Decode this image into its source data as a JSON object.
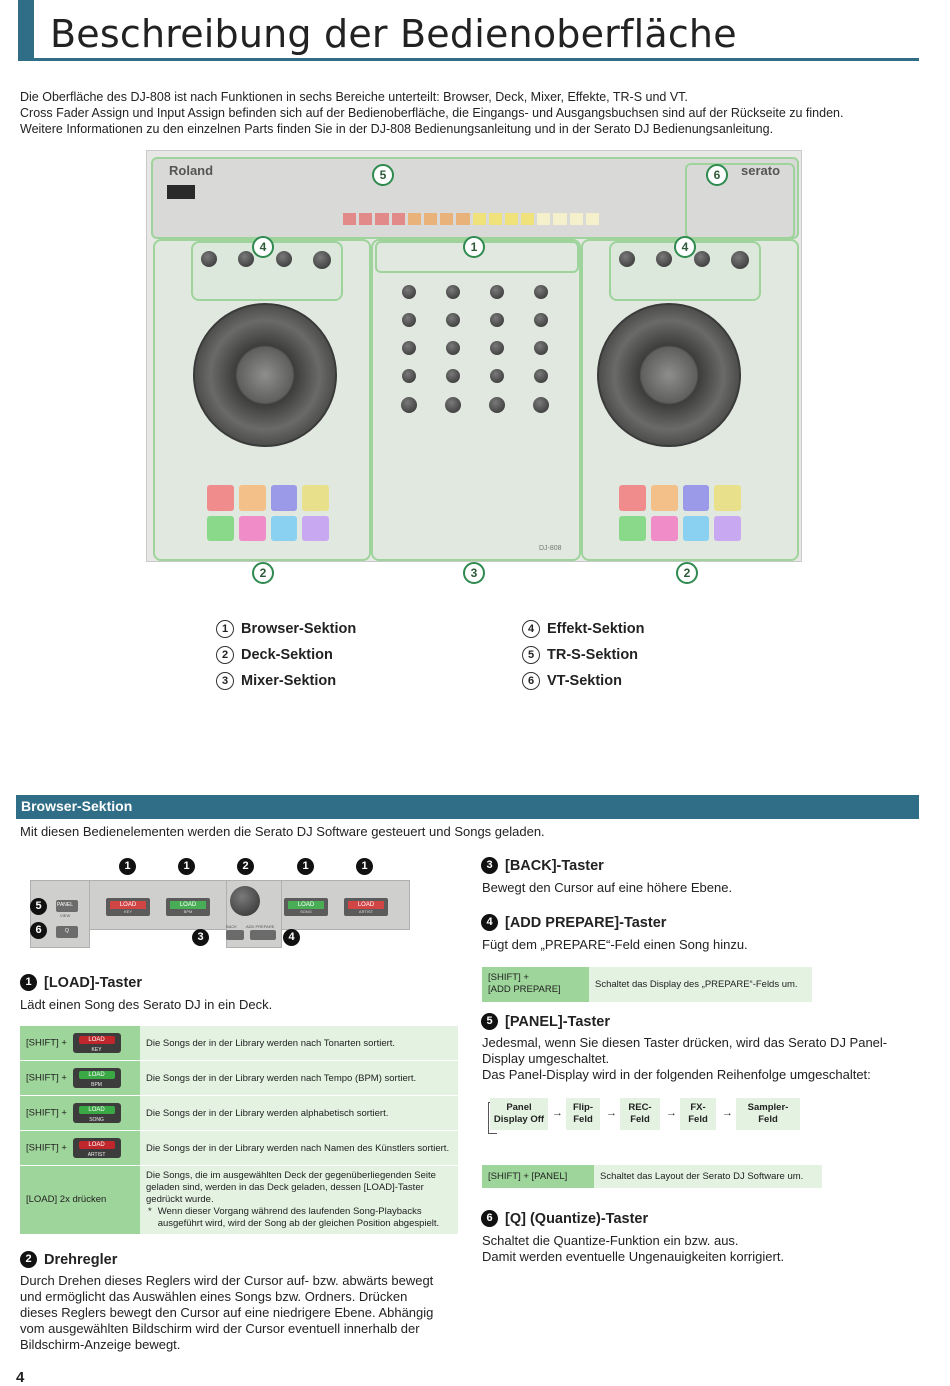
{
  "page": {
    "title": "Beschreibung der Bedienoberfläche",
    "intro": [
      "Die Oberfläche des DJ-808 ist nach Funktionen in sechs Bereiche unterteilt: Browser, Deck, Mixer, Effekte, TR-S und VT.",
      "Cross Fader Assign und Input Assign befinden sich auf der Bedienoberfläche, die Eingangs- und Ausgangsbuchsen sind auf der Rückseite zu finden.",
      "Weitere Informationen zu den einzelnen Parts finden Sie in der DJ-808 Bedienungsanleitung und in der Serato DJ Bedienungsanleitung."
    ],
    "page_number": "4"
  },
  "device": {
    "brand_left": "Roland",
    "brand_right": "serato",
    "model": "DJ-808",
    "callouts": [
      "1",
      "2",
      "3",
      "4",
      "5",
      "6"
    ]
  },
  "legend": [
    {
      "num": "1",
      "label": "Browser-Sektion"
    },
    {
      "num": "2",
      "label": "Deck-Sektion"
    },
    {
      "num": "3",
      "label": "Mixer-Sektion"
    },
    {
      "num": "4",
      "label": "Effekt-Sektion"
    },
    {
      "num": "5",
      "label": "TR-S-Sektion"
    },
    {
      "num": "6",
      "label": "VT-Sektion"
    }
  ],
  "browser": {
    "header": "Browser-Sektion",
    "intro": "Mit diesen Bedienelementen werden die Serato DJ Software gesteuert und Songs geladen.",
    "panel_labels": {
      "panel": "PANEL",
      "view": "VIEW",
      "q": "Q",
      "load": "LOAD",
      "key": "KEY",
      "bpm": "BPM",
      "song": "SONG",
      "artist": "ARTIST",
      "back": "BACK",
      "add_prepare": "ADD PREPARE"
    },
    "item1": {
      "num": "1",
      "title": "[LOAD]-Taster",
      "text": "Lädt einen Song des Serato DJ in ein Deck."
    },
    "load_table": [
      {
        "shift": "[SHIFT] +",
        "btn": "LOAD",
        "sub": "KEY",
        "color": "#c0272d",
        "desc": "Die Songs der in der Library werden nach Tonarten sortiert."
      },
      {
        "shift": "[SHIFT] +",
        "btn": "LOAD",
        "sub": "BPM",
        "color": "#39a845",
        "desc": "Die Songs der in der Library werden nach Tempo (BPM) sortiert."
      },
      {
        "shift": "[SHIFT] +",
        "btn": "LOAD",
        "sub": "SONG",
        "color": "#39a845",
        "desc": "Die Songs der in der Library werden alphabetisch sortiert."
      },
      {
        "shift": "[SHIFT] +",
        "btn": "LOAD",
        "sub": "ARTIST",
        "color": "#c0272d",
        "desc": "Die Songs der in der Library werden nach Namen des Künstlers sortiert."
      }
    ],
    "load_twice": {
      "label": "[LOAD] 2x drücken",
      "desc": "Die Songs, die im ausgewählten Deck der gegenüberliegenden Seite geladen sind, werden in das Deck geladen, dessen [LOAD]-Taster gedrückt wurde.",
      "note_mark": "*",
      "note": "Wenn dieser Vorgang während des laufenden Song-Playbacks ausgeführt wird, wird der Song ab der gleichen Position abgespielt."
    },
    "item2": {
      "num": "2",
      "title": "Drehregler",
      "text": "Durch Drehen dieses Reglers wird der Cursor auf- bzw. abwärts bewegt und ermöglicht das Auswählen eines Songs bzw. Ordners. Drücken dieses Reglers bewegt den Cursor auf eine niedrigere Ebene. Abhängig vom ausgewählten Bildschirm wird der Cursor eventuell innerhalb der Bildschirm-Anzeige bewegt."
    },
    "item3": {
      "num": "3",
      "title": "[BACK]-Taster",
      "text": "Bewegt den Cursor auf eine höhere Ebene."
    },
    "item4": {
      "num": "4",
      "title": "[ADD PREPARE]-Taster",
      "text": "Fügt dem „PREPARE“-Feld einen Song hinzu."
    },
    "add_prepare_table": {
      "label_line1": "[SHIFT] +",
      "label_line2": "[ADD PREPARE]",
      "desc": "Schaltet das Display des „PREPARE“-Felds um."
    },
    "item5": {
      "num": "5",
      "title": "[PANEL]-Taster",
      "text1": "Jedesmal, wenn Sie diesen Taster drücken, wird das Serato DJ Panel-Display umgeschaltet.",
      "text2": "Das Panel-Display wird in der folgenden Reihenfolge umgeschaltet:"
    },
    "flow": [
      {
        "l1": "Panel",
        "l2": "Display Off"
      },
      {
        "l1": "Flip-",
        "l2": "Feld"
      },
      {
        "l1": "REC-",
        "l2": "Feld"
      },
      {
        "l1": "FX-",
        "l2": "Feld"
      },
      {
        "l1": "Sampler-",
        "l2": "Feld"
      }
    ],
    "panel_table": {
      "label": "[SHIFT] + [PANEL]",
      "desc": "Schaltet das Layout der Serato DJ Software um."
    },
    "item6": {
      "num": "6",
      "title": "[Q] (Quantize)-Taster",
      "text1": "Schaltet die Quantize-Funktion ein bzw. aus.",
      "text2": "Damit werden eventuelle Ungenauigkeiten korrigiert."
    }
  },
  "colors": {
    "accent": "#2f6e86",
    "table_label": "#9ed59a",
    "table_desc": "#e3f2e1",
    "frame_green": "#9ed49c"
  }
}
